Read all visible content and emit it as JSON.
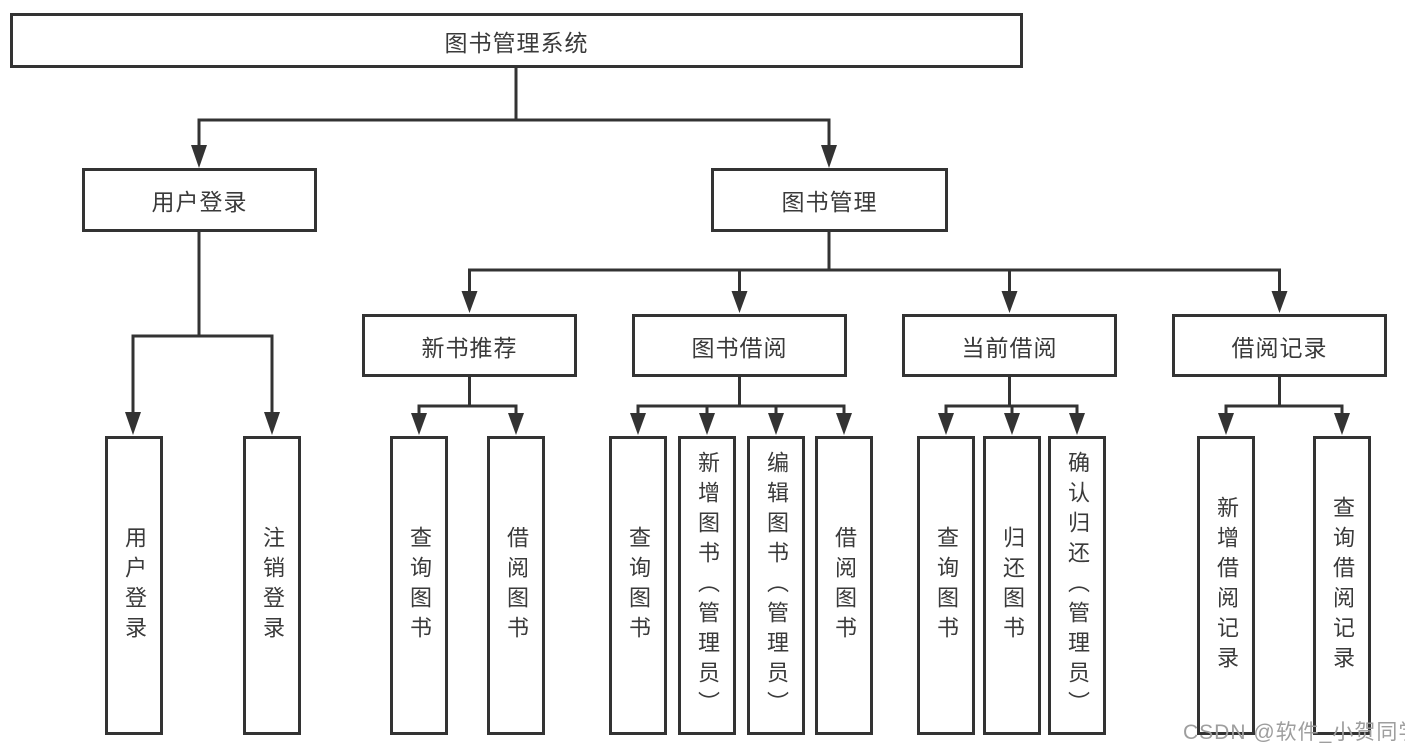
{
  "diagram": {
    "root": {
      "label": "图书管理系统"
    },
    "branches": [
      {
        "label": "用户登录",
        "leaves": [
          {
            "label": "用户登录"
          },
          {
            "label": "注销登录"
          }
        ]
      },
      {
        "label": "图书管理",
        "groups": [
          {
            "label": "新书推荐",
            "leaves": [
              {
                "label": "查询图书"
              },
              {
                "label": "借阅图书"
              }
            ]
          },
          {
            "label": "图书借阅",
            "leaves": [
              {
                "label": "查询图书"
              },
              {
                "label": "新增图书（管理员）"
              },
              {
                "label": "编辑图书（管理员）"
              },
              {
                "label": "借阅图书"
              }
            ]
          },
          {
            "label": "当前借阅",
            "leaves": [
              {
                "label": "查询图书"
              },
              {
                "label": "归还图书"
              },
              {
                "label": "确认归还（管理员）"
              }
            ]
          },
          {
            "label": "借阅记录",
            "leaves": [
              {
                "label": "新增借阅记录"
              },
              {
                "label": "查询借阅记录"
              }
            ]
          }
        ]
      }
    ],
    "colors": {
      "line": "#333333",
      "border": "#333333",
      "text": "#3a3a3a",
      "watermark": "#9e9e9e"
    }
  },
  "watermark": {
    "text": "CSDN @软件_小贺同学"
  }
}
